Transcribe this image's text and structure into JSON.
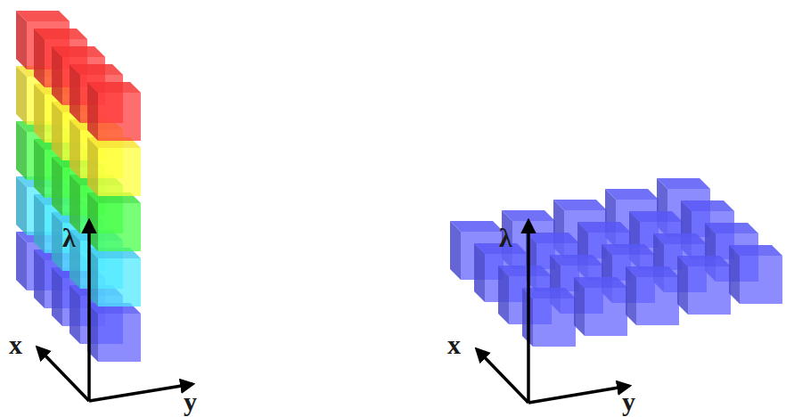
{
  "diagram": {
    "labels": [
      "λ",
      "x",
      "y",
      "λ",
      "x",
      "y"
    ]
  }
}
